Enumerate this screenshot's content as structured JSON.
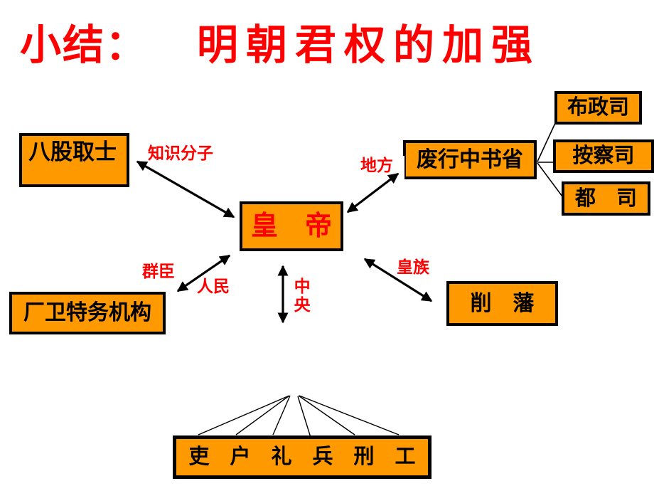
{
  "slide": {
    "title": {
      "prefix": "小结：",
      "main": "明朝君权的加强"
    },
    "nodes": {
      "emperor": "皇　帝",
      "bagu": "八股取士",
      "feixing": "废行中书省",
      "buzheng": "布政司",
      "ancha": "按察司",
      "dusi": "都　司",
      "changwei": "厂卫特务机构",
      "xiaofan": "削　藩",
      "liubu": "吏　户　礼　兵　刑　工"
    },
    "edge_labels": {
      "zhishifenzi": "知识分子",
      "difang": "地方",
      "qunchen": "群臣",
      "renmin": "人民",
      "zhongyang": "中央",
      "huangzu": "皇族"
    },
    "colors": {
      "title_red": "#FF0000",
      "label_red": "#FF0000",
      "box_fill": "#FF9900",
      "box_border": "#000000",
      "emperor_text_red": "#FF0000",
      "background": "#FFFFFF"
    }
  }
}
